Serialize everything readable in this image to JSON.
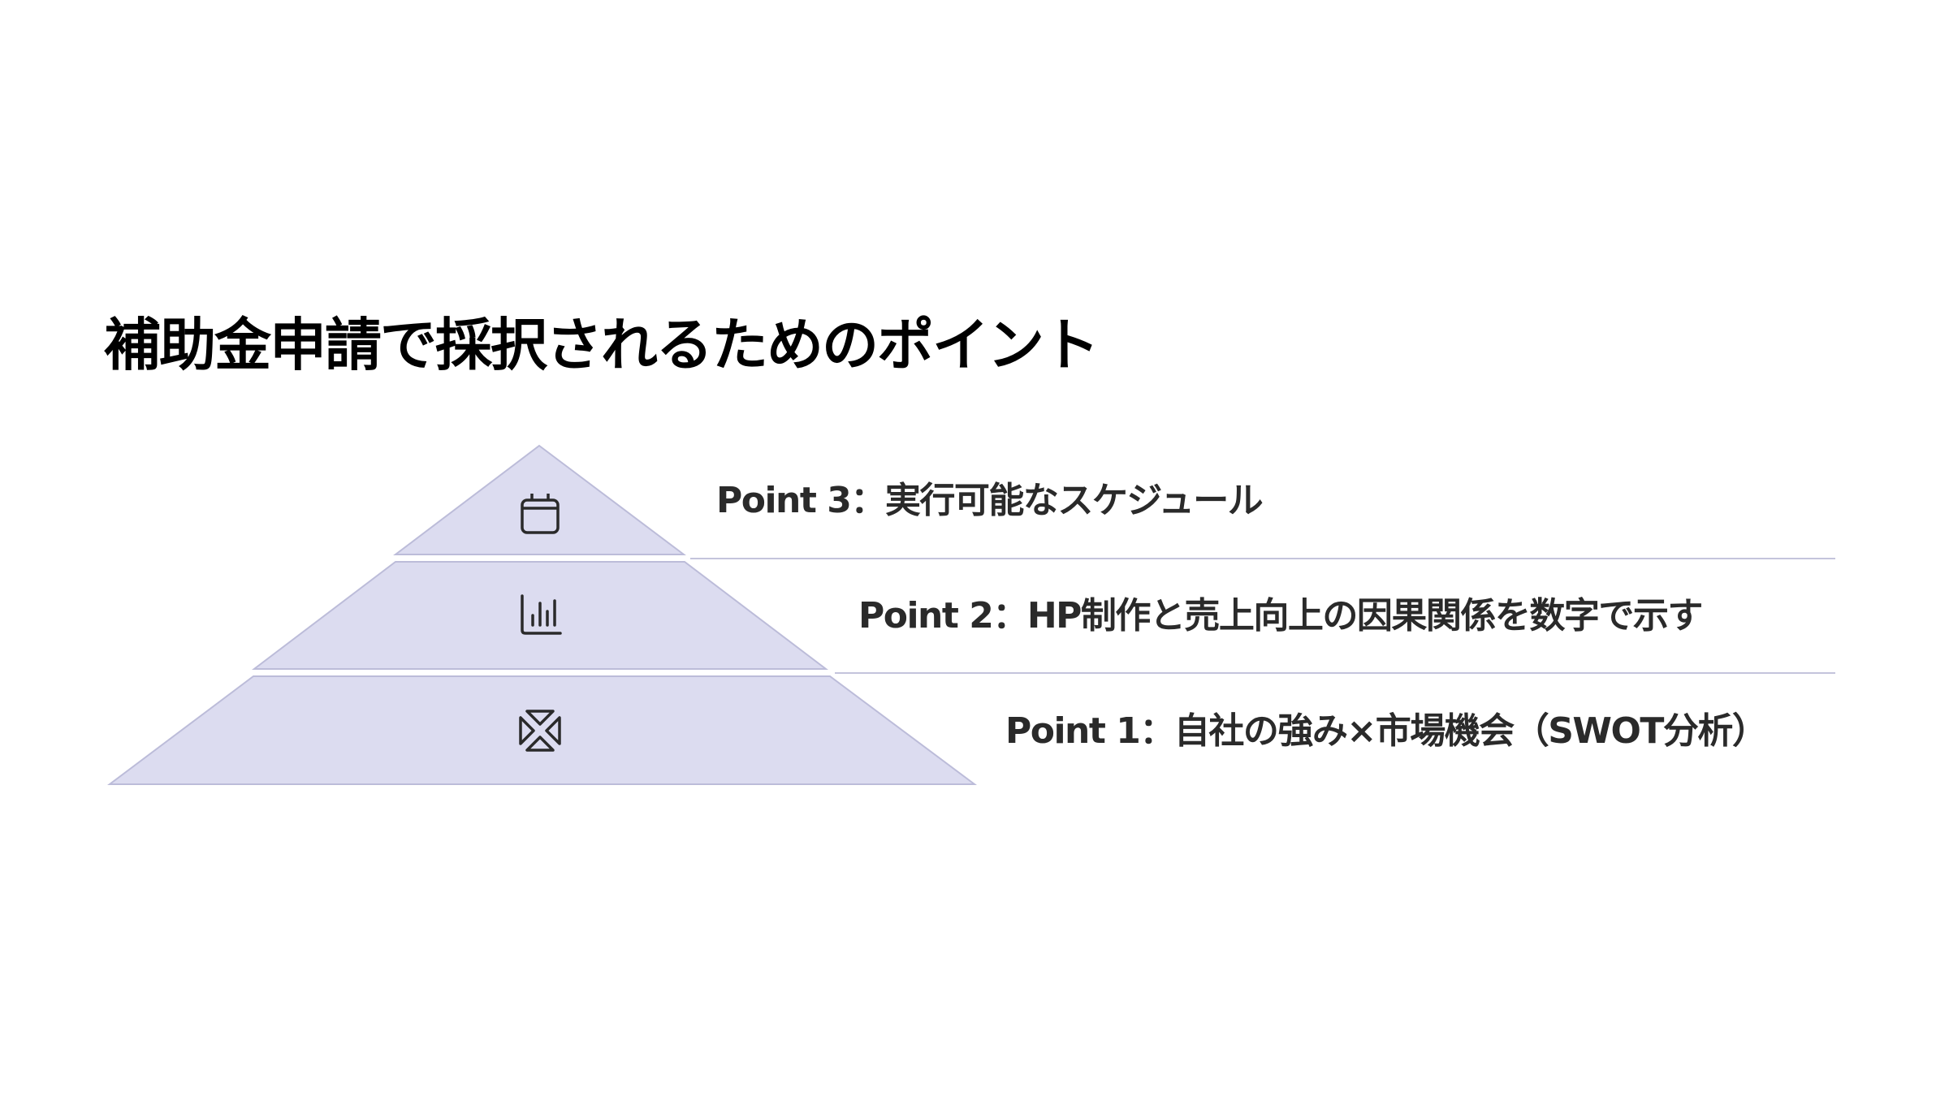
{
  "title": "補助金申請で採択されるためのポイント",
  "colors": {
    "tier_fill": "#dcdcf0",
    "tier_stroke": "#bcbcd9",
    "divider": "#c4c4dc",
    "text": "#2a2a2a"
  },
  "pyramid": {
    "tiers": [
      {
        "level": 3,
        "label": "Point 3：実行可能なスケジュール",
        "icon": "calendar-icon"
      },
      {
        "level": 2,
        "label": "Point 2：HP制作と売上向上の因果関係を数字で示す",
        "icon": "bar-chart-icon"
      },
      {
        "level": 1,
        "label": "Point 1：自社の強み×市場機会（SWOT分析）",
        "icon": "swot-arrows-icon"
      }
    ]
  }
}
